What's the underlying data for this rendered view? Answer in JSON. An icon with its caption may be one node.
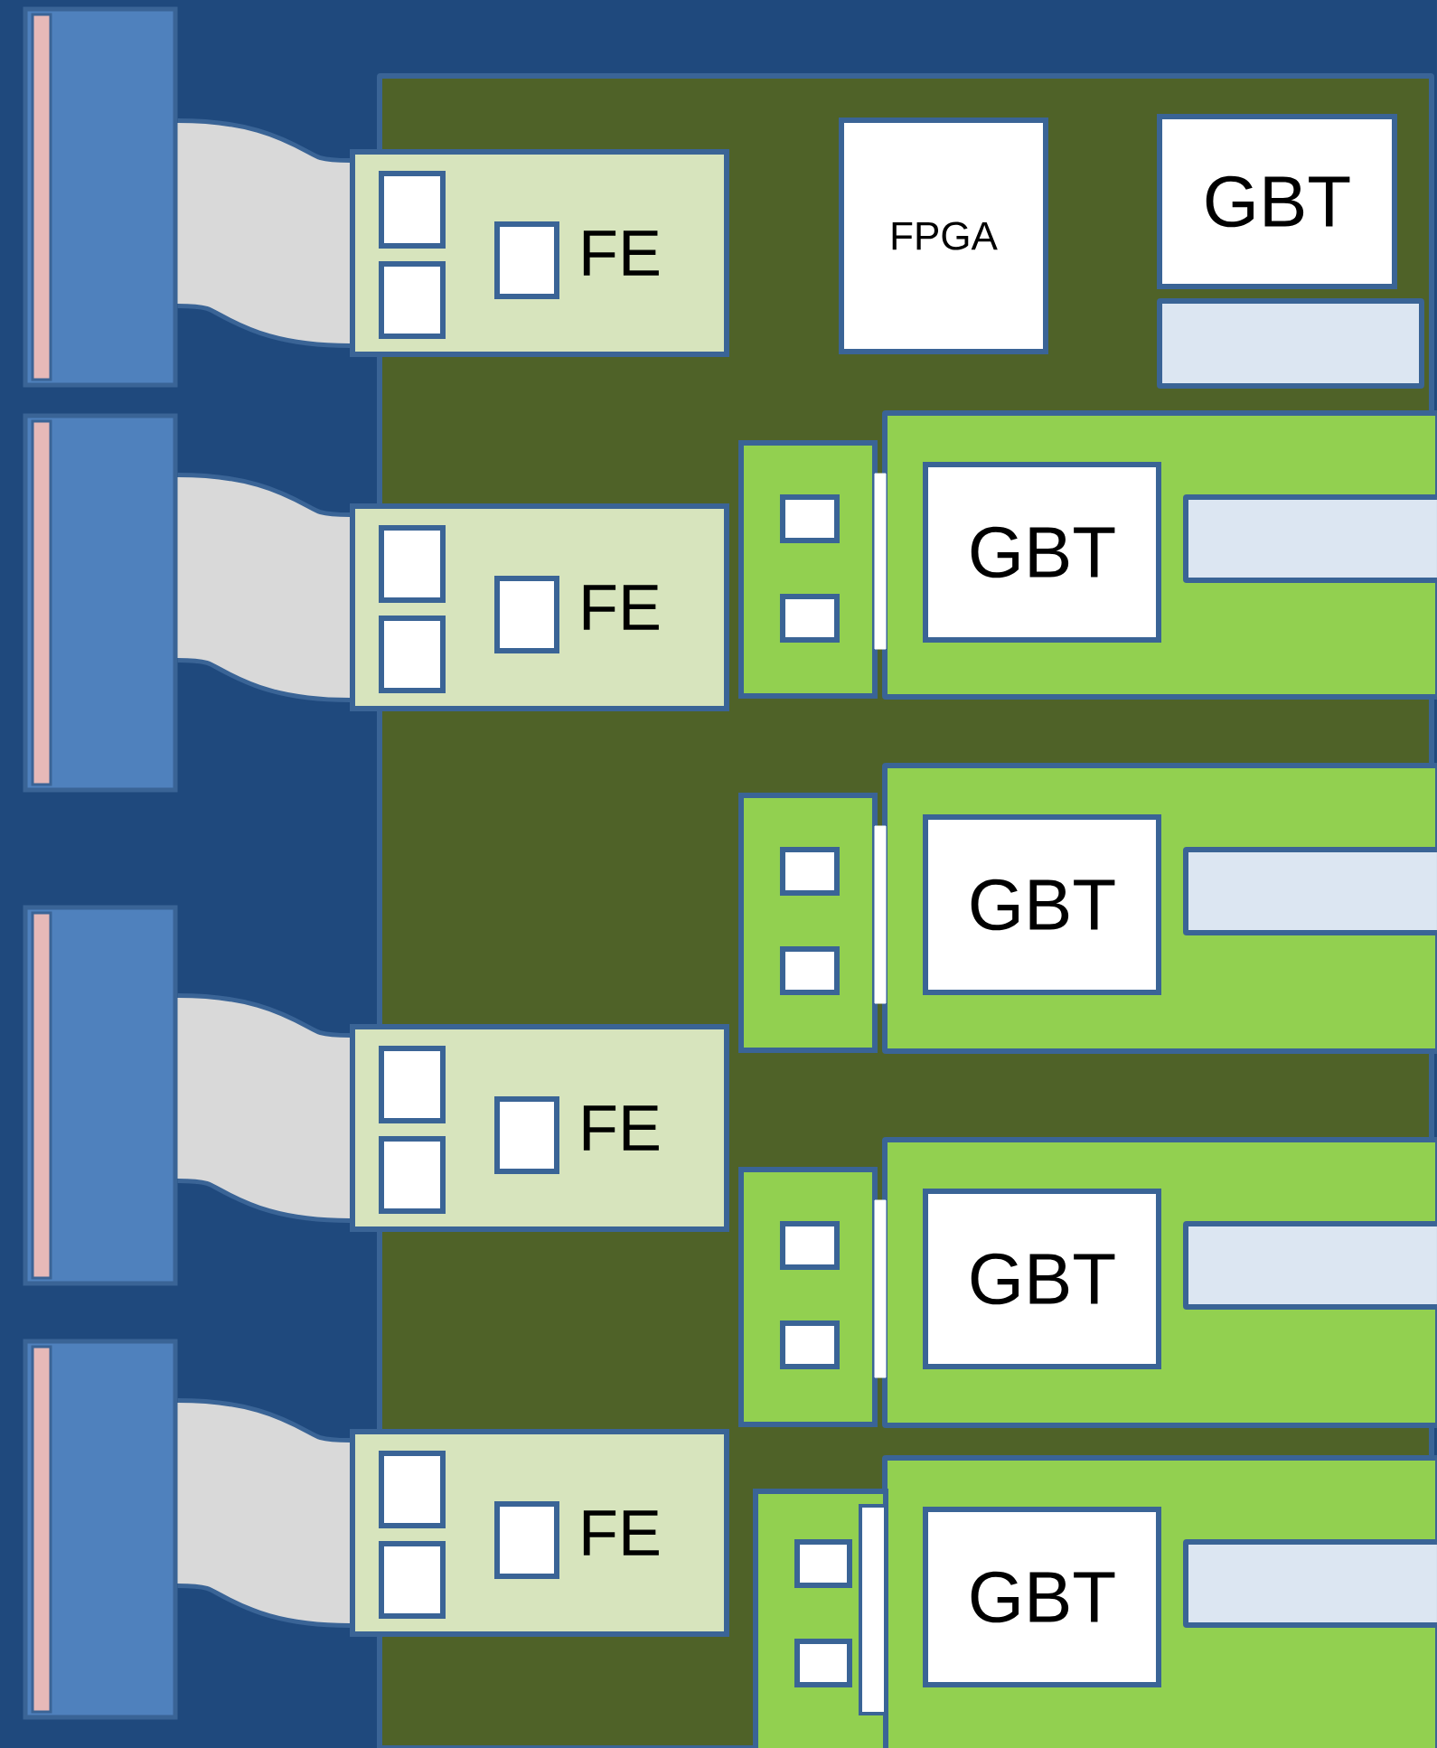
{
  "diagram": {
    "nodes": [
      {
        "text": [],
        "shape": "bar"
      },
      {
        "text": [],
        "shape": "bar"
      },
      {
        "text": [],
        "shape": "bar"
      },
      {
        "text": [],
        "shape": "bar"
      },
      {
        "text": [],
        "shape": "box"
      },
      {
        "text": [
          "FPGA"
        ],
        "in": 4
      },
      {
        "text": [
          "GBT"
        ],
        "in": 4
      },
      {
        "text": [
          "FE"
        ]
      },
      {
        "text": [
          "FE"
        ]
      },
      {
        "text": [
          "FE"
        ]
      },
      {
        "text": [
          "FE"
        ]
      },
      {
        "text": [],
        "shape": "box",
        "in": 4
      },
      {
        "text": [
          "GBT"
        ],
        "in": 11
      },
      {
        "text": [],
        "shape": "box",
        "in": 4
      },
      {
        "text": [
          "GBT"
        ],
        "in": 13
      },
      {
        "text": [],
        "shape": "box",
        "in": 4
      },
      {
        "text": [
          "GBT"
        ],
        "in": 15
      },
      {
        "text": [],
        "shape": "box",
        "in": 4
      },
      {
        "text": [
          "GBT"
        ],
        "in": 17
      },
      {
        "text": [],
        "shape": "box",
        "in": 4
      },
      {
        "text": [],
        "shape": "box",
        "in": 11
      },
      {
        "text": [],
        "shape": "box",
        "in": 13
      },
      {
        "text": [],
        "shape": "box",
        "in": 15
      },
      {
        "text": [],
        "shape": "box",
        "in": 17
      }
    ],
    "edges": [
      {
        "from": 0,
        "to": 7,
        "arrow": "none"
      },
      {
        "from": 1,
        "to": 8,
        "arrow": "none"
      },
      {
        "from": 2,
        "to": 9,
        "arrow": "none"
      },
      {
        "from": 3,
        "to": 10,
        "arrow": "none"
      }
    ]
  }
}
